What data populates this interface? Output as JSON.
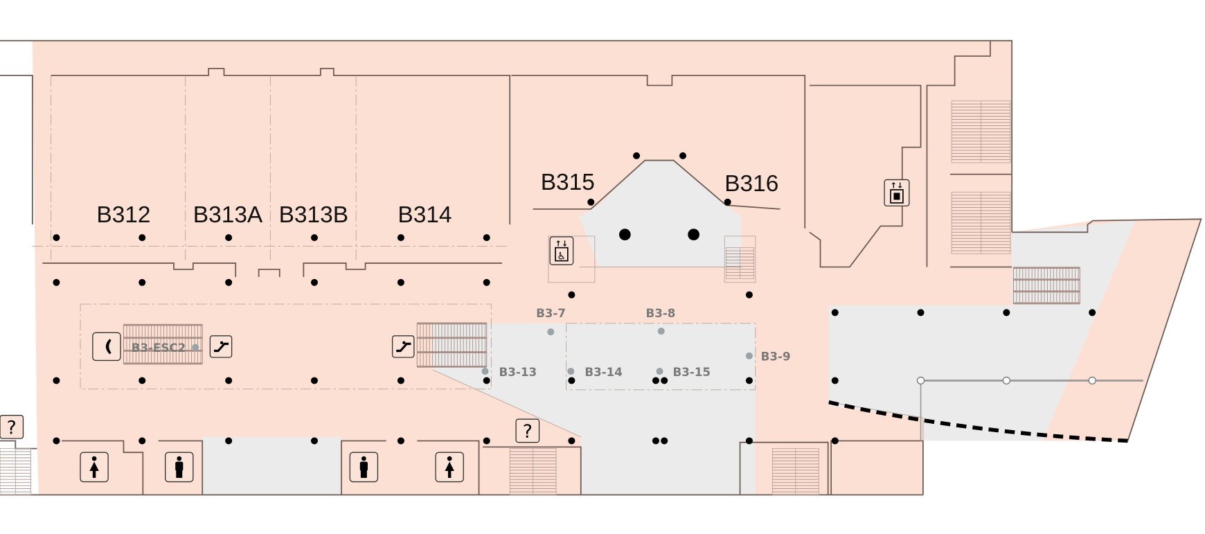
{
  "map": {
    "rooms": [
      {
        "id": "B312",
        "label": "B312"
      },
      {
        "id": "B313A",
        "label": "B313A"
      },
      {
        "id": "B313B",
        "label": "B313B"
      },
      {
        "id": "B314",
        "label": "B314"
      },
      {
        "id": "B315",
        "label": "B315"
      },
      {
        "id": "B316",
        "label": "B316"
      }
    ],
    "column_labels": {
      "b3_7": "B3-7",
      "b3_8": "B3-8",
      "b3_9": "B3-9",
      "b3_13": "B3-13",
      "b3_14": "B3-14",
      "b3_15": "B3-15",
      "b3_esc2": "B3-ESC2"
    },
    "icons": [
      "phone-icon",
      "escalator-icon",
      "accessible-elevator-icon",
      "freight-elevator-icon",
      "info-icon",
      "restroom-women-icon",
      "restroom-men-icon"
    ],
    "colors": {
      "floor": "#fce0d4",
      "common_area": "#ebebeb",
      "wall": "#6e5b55",
      "column": "#000000",
      "column_label": "#7a7a7a"
    }
  }
}
